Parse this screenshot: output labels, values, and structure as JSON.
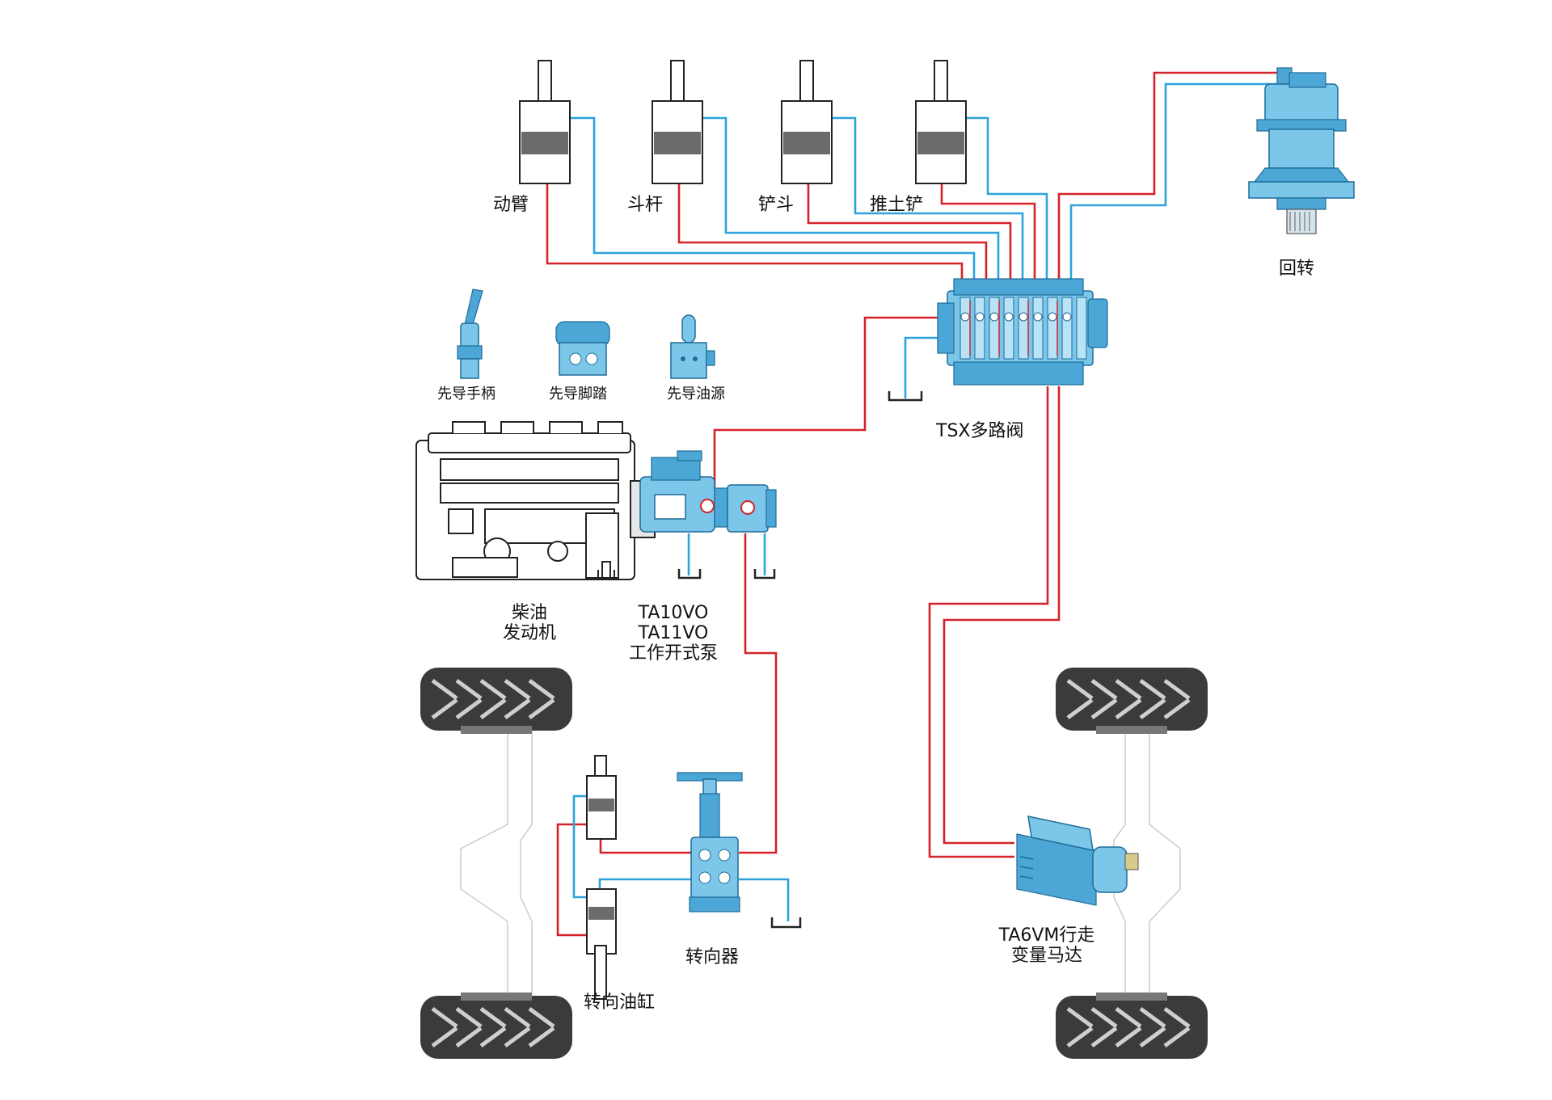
{
  "labels": {
    "boom": "动臂",
    "arm": "斗杆",
    "bucket": "铲斗",
    "dozer": "推土铲",
    "swing": "回转",
    "valve": "TSX多路阀",
    "pilot_handle": "先导手柄",
    "pilot_pedal": "先导脚踏",
    "pilot_source": "先导油源",
    "engine_line1": "柴油",
    "engine_line2": "发动机",
    "pump_line1": "TA10VO",
    "pump_line2": "TA11VO",
    "pump_line3": "工作开式泵",
    "steering_unit": "转向器",
    "steering_cylinder": "转向油缸",
    "motor_line1": "TA6VM行走",
    "motor_line2": "变量马达"
  },
  "colors": {
    "pressure_line": "#d5222a",
    "return_line": "#2ba3dc",
    "component_blue": "#7cc6ea"
  }
}
